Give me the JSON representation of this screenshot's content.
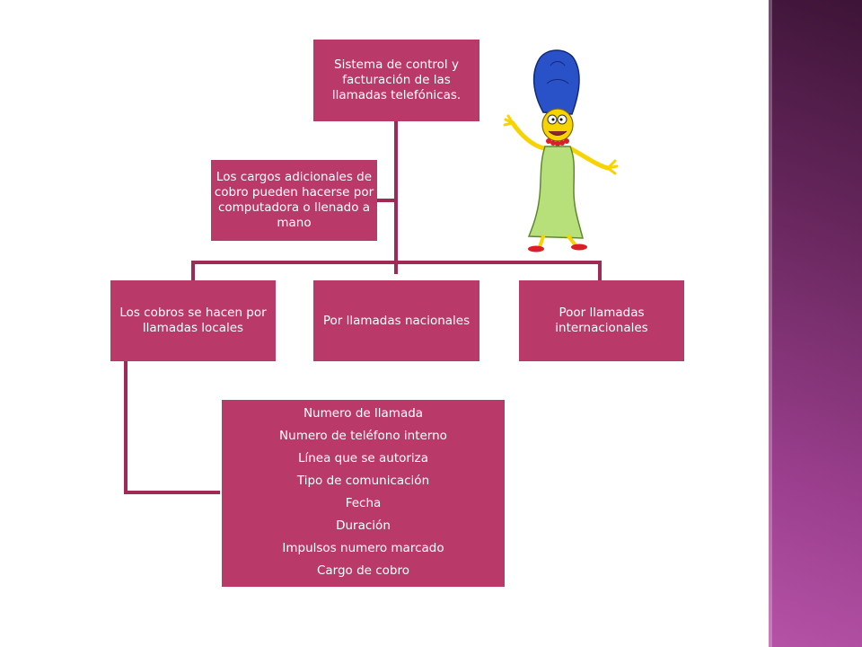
{
  "diagram": {
    "root": "Sistema de control y facturación de las llamadas telefónicas.",
    "assistant": "Los cargos adicionales de cobro pueden hacerse por computadora o llenado a mano",
    "children": [
      "Los cobros se hacen por llamadas locales",
      "Por llamadas nacionales",
      "Poor llamadas internacionales"
    ],
    "detail_items": [
      "Numero de llamada",
      "Numero de teléfono interno",
      "Línea que se autoriza",
      "Tipo de comunicación",
      "Fecha",
      "Duración",
      "Impulsos numero marcado",
      "Cargo de cobro"
    ]
  },
  "colors": {
    "box": "#b93a68",
    "connector": "#9e2a55",
    "sidebar_dark": "#3d1437",
    "sidebar_light": "#b553a6"
  },
  "icons": [
    "cartoon-character-illustration"
  ]
}
